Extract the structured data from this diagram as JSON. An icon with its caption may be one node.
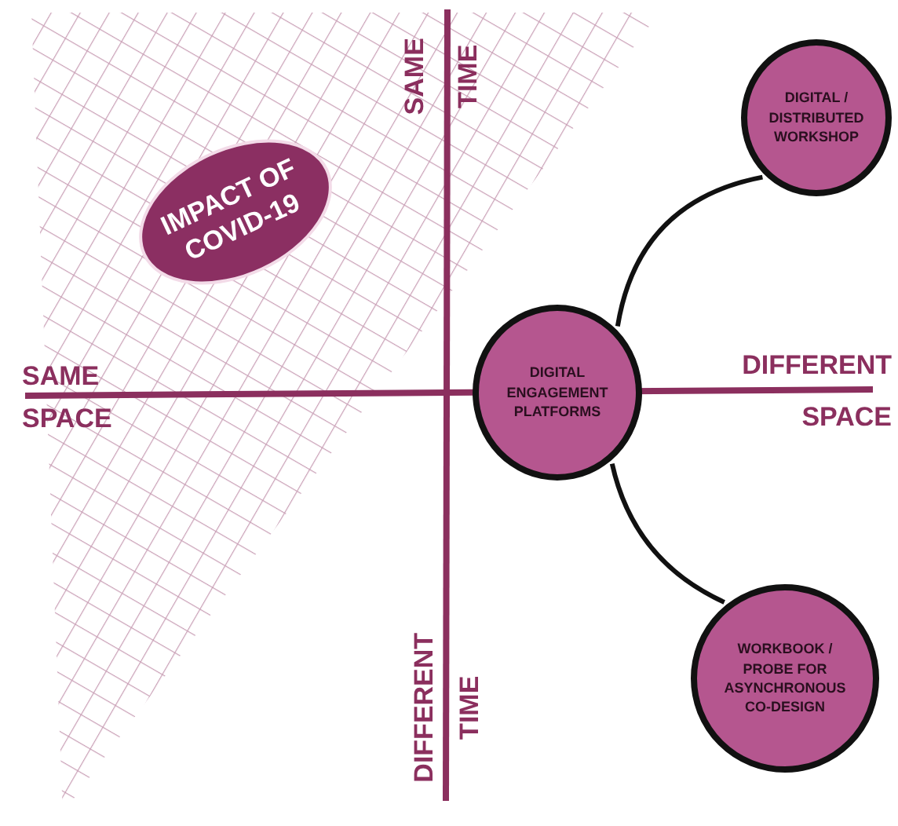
{
  "diagram": {
    "nodes": [
      {
        "text": [
          "IMPACT OF COVID-19"
        ]
      },
      {
        "text": [
          "DIGITAL / DISTRIBUTED WORKSHOP"
        ]
      },
      {
        "text": [
          "DIGITAL ENGAGEMENT PLATFORMS"
        ]
      },
      {
        "text": [
          "WORKBOOK / PROBE FOR ASYNCHRONOUS CO-DESIGN"
        ]
      }
    ],
    "edges": [
      {
        "from": 2,
        "to": 1,
        "arrow": "none"
      },
      {
        "from": 2,
        "to": 3,
        "arrow": "none"
      }
    ],
    "labels": [
      "SAME",
      "TIME",
      "SAME",
      "SPACE",
      "DIFFERENT",
      "SPACE",
      "DIFFERENT",
      "TIME"
    ]
  }
}
